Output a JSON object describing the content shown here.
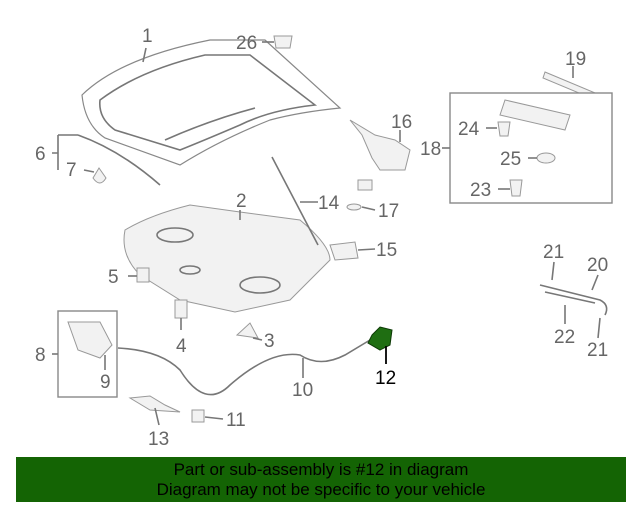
{
  "diagram": {
    "callouts": [
      "1",
      "2",
      "3",
      "4",
      "5",
      "6",
      "7",
      "8",
      "9",
      "10",
      "11",
      "12",
      "13",
      "14",
      "15",
      "16",
      "17",
      "18",
      "19",
      "20",
      "21",
      "21",
      "22",
      "23",
      "24",
      "25",
      "26"
    ],
    "highlighted_part": "12",
    "highlight_color": "#1f6e12"
  },
  "banner": {
    "line1": "Part or sub-assembly is #12 in diagram",
    "line2": "Diagram may not be specific to your vehicle",
    "color": "#146404"
  }
}
